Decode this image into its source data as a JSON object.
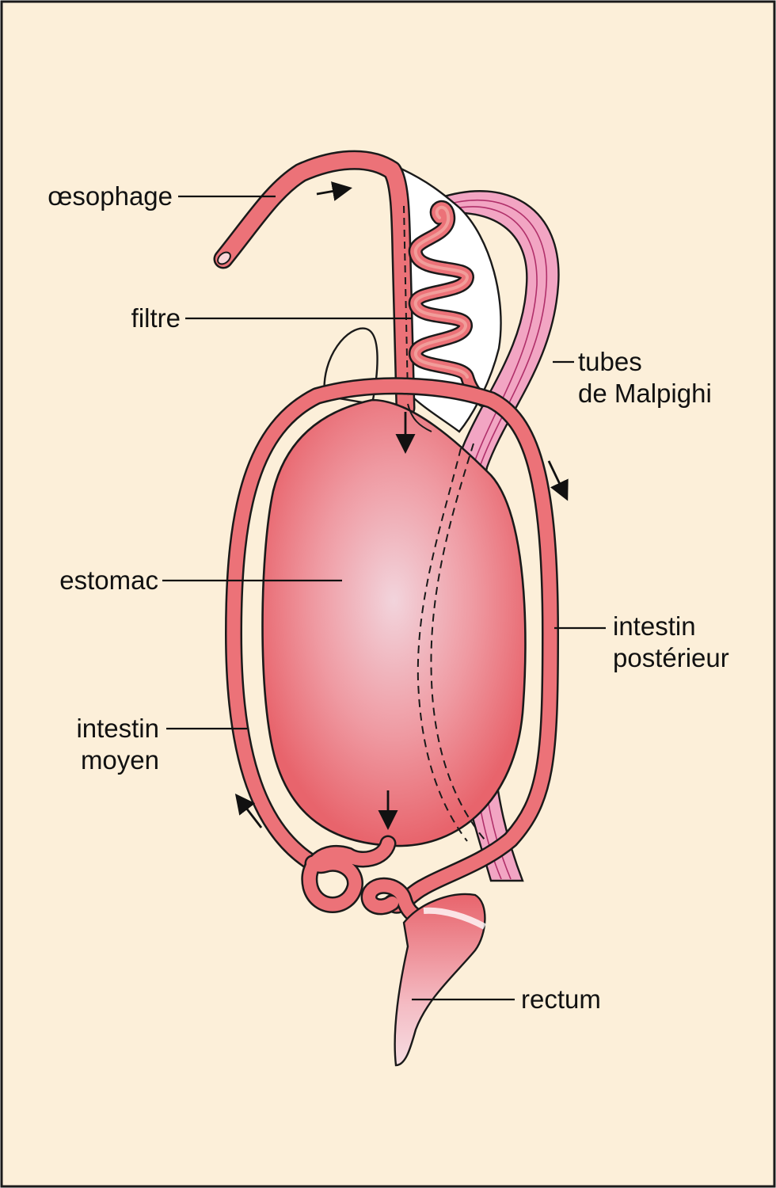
{
  "colors": {
    "background": "#fcefd9",
    "border": "#1a1a1a",
    "gut_fill": "#ec7278",
    "gut_light": "#f3c8ce",
    "malpighi_fill": "#f2a5c3",
    "membrane": "#ffffff",
    "label_text": "#111111"
  },
  "labels": {
    "oesophage": "œsophage",
    "filtre": "filtre",
    "tubes_line1": "tubes",
    "tubes_line2": "de Malpighi",
    "estomac": "estomac",
    "post_line1": "intestin",
    "post_line2": "postérieur",
    "moyen_line1": "intestin",
    "moyen_line2": "moyen",
    "rectum": "rectum"
  },
  "icons": [
    "flow-arrow-icon"
  ]
}
